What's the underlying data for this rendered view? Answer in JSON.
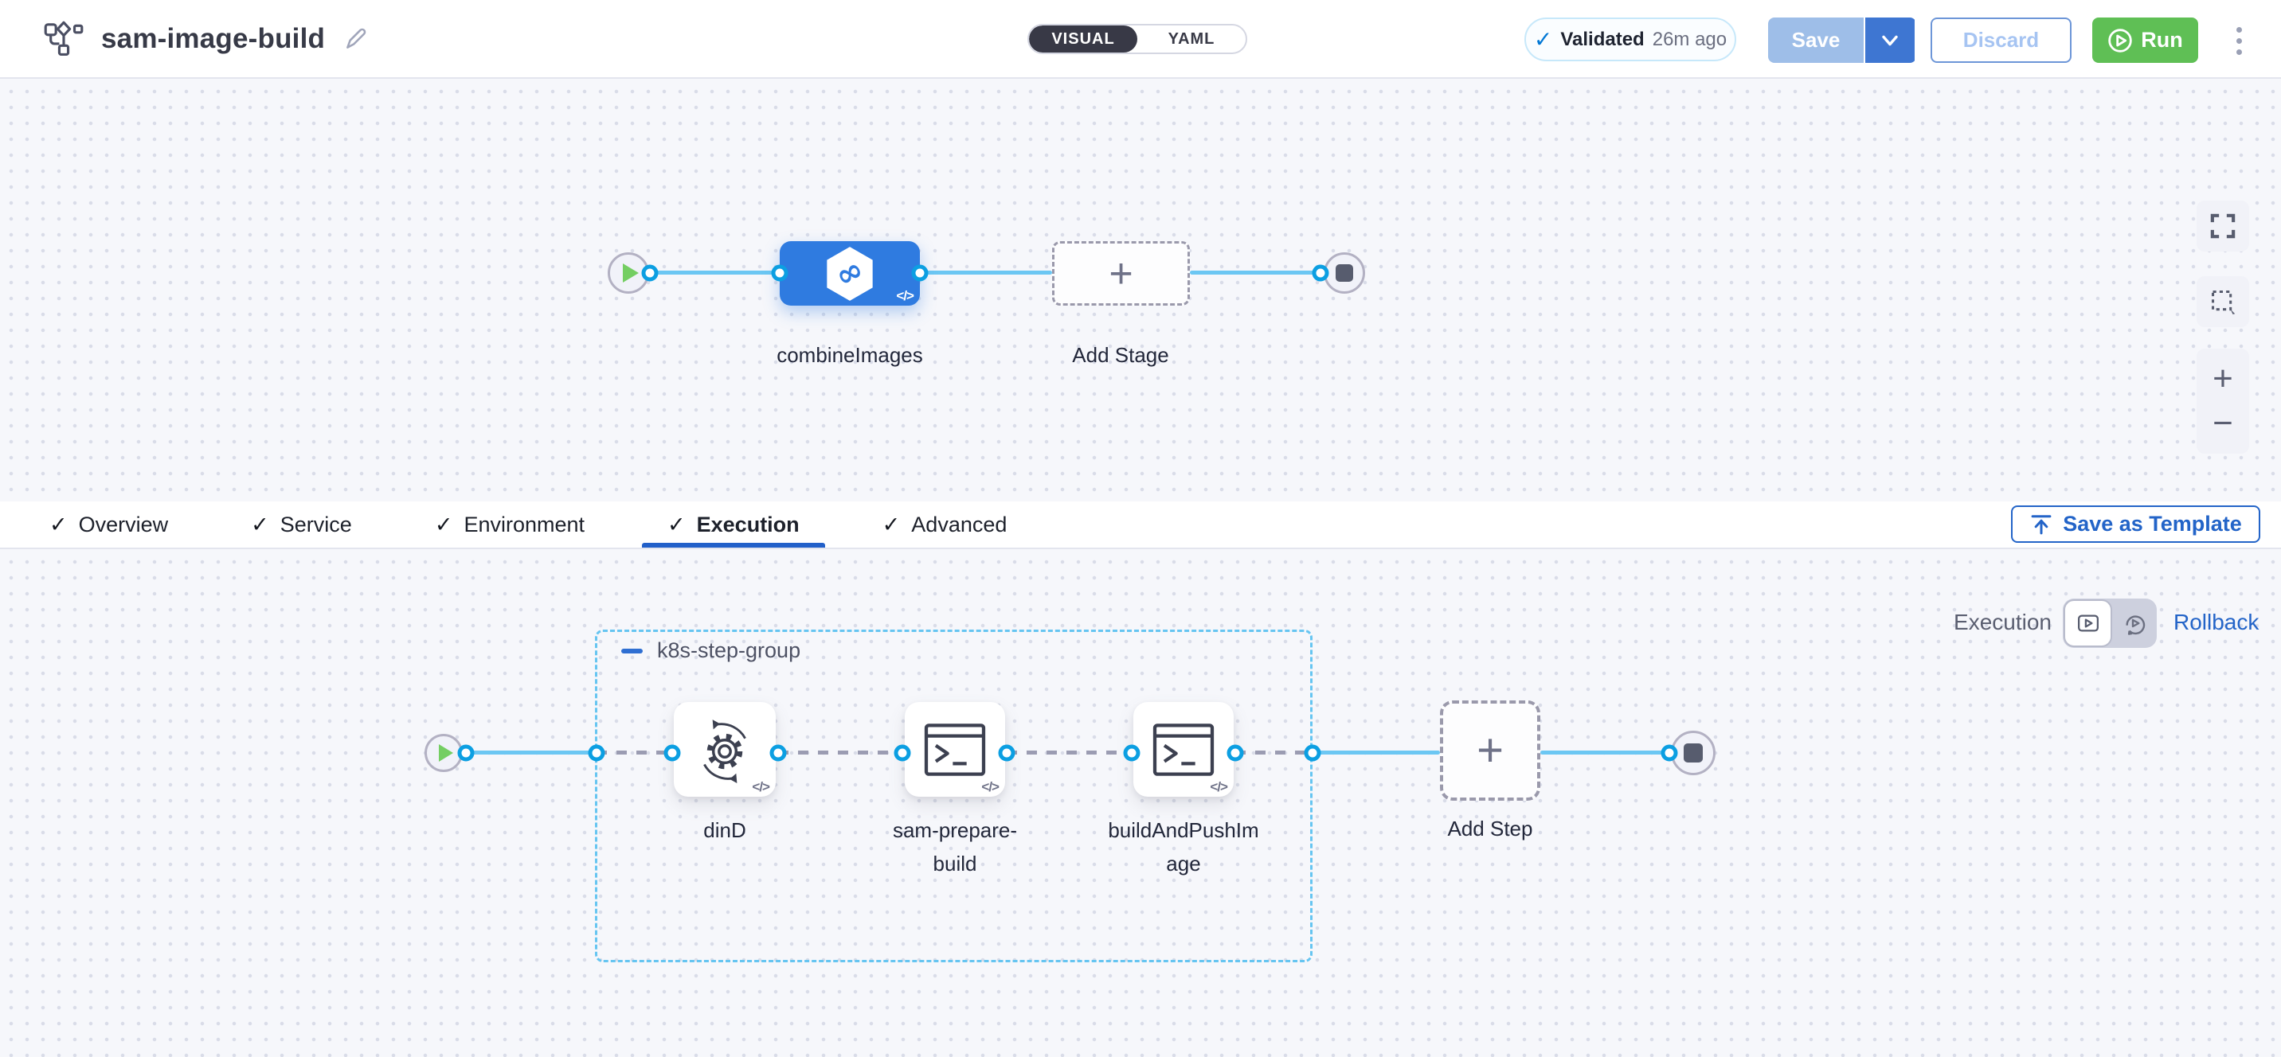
{
  "header": {
    "title": "sam-image-build",
    "mode_toggle": {
      "visual_label": "VISUAL",
      "yaml_label": "YAML",
      "selected": "VISUAL"
    },
    "validated_badge": {
      "check": "✓",
      "label": "Validated",
      "time_ago": "26m ago"
    },
    "save_label": "Save",
    "discard_label": "Discard",
    "run_label": "Run"
  },
  "pipeline_canvas": {
    "stage_name": "combineImages",
    "add_stage_label": "Add Stage",
    "plus": "+",
    "zoom_in": "+",
    "zoom_out": "−"
  },
  "tabs": {
    "check": "✓",
    "items": [
      {
        "label": "Overview"
      },
      {
        "label": "Service"
      },
      {
        "label": "Environment"
      },
      {
        "label": "Execution",
        "active": true
      },
      {
        "label": "Advanced"
      }
    ],
    "save_as_template_label": "Save as Template"
  },
  "execution_canvas": {
    "mode_label": "Execution",
    "rollback_label": "Rollback",
    "step_group": {
      "name": "k8s-step-group",
      "steps": [
        {
          "name": "dinD",
          "icon": "gear-sync-icon"
        },
        {
          "name": "sam-prepare-build",
          "icon": "terminal-icon"
        },
        {
          "name": "buildAndPushImage",
          "icon": "terminal-icon"
        }
      ]
    },
    "add_step_label": "Add Step",
    "plus": "+",
    "code_badge": "</>"
  },
  "colors": {
    "stage_blue": "#2f7be0",
    "connector_blue": "#6cc7f3",
    "port_ring_blue": "#0c9fe2",
    "group_border_blue": "#66c5f1",
    "link_blue": "#2364c8",
    "tab_underline_blue": "#2260c9",
    "run_green": "#5fbf55",
    "play_green": "#74ce62",
    "validated_check_blue": "#0278d5",
    "save_disabled_blue": "#9ebee8",
    "save_caret_blue": "#3e76d2",
    "canvas_bg": "#f6f7fb"
  }
}
